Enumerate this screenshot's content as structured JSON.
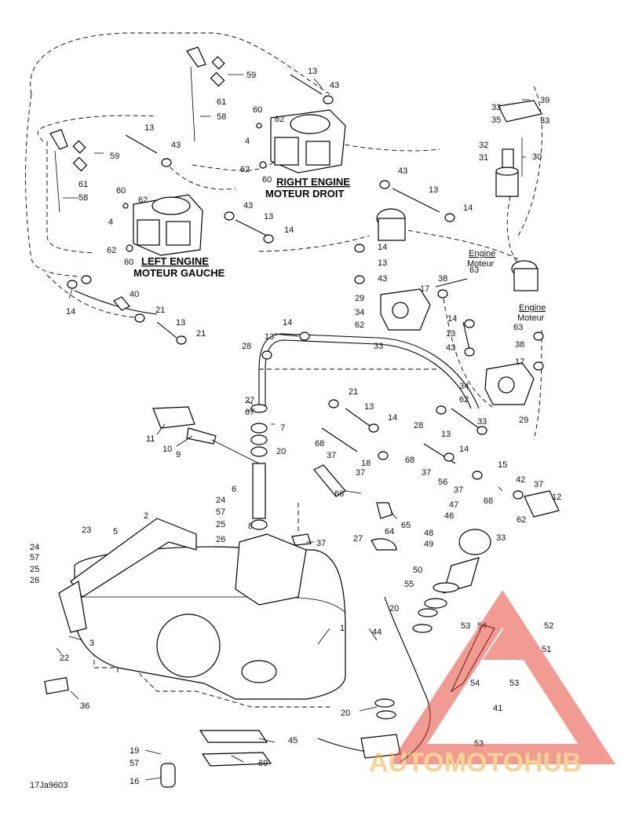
{
  "titles": {
    "right_engine": "RIGHT ENGINE",
    "right_engine_fr": "MOTEUR DROIT",
    "left_engine": "LEFT ENGINE",
    "left_engine_fr": "MOTEUR GAUCHE",
    "engine_a": "Engine",
    "moteur_a": "Moteur",
    "engine_b": "Engine",
    "moteur_b": "Moteur"
  },
  "figure_code": "17Ja9603",
  "watermark": "AUTOMOTOHUB",
  "callouts": [
    {
      "t": "59"
    },
    {
      "t": "13"
    },
    {
      "t": "43"
    },
    {
      "t": "61"
    },
    {
      "t": "58"
    },
    {
      "t": "60"
    },
    {
      "t": "62"
    },
    {
      "t": "4"
    },
    {
      "t": "62"
    },
    {
      "t": "60"
    },
    {
      "t": "33"
    },
    {
      "t": "35"
    },
    {
      "t": "39"
    },
    {
      "t": "33"
    },
    {
      "t": "32"
    },
    {
      "t": "31"
    },
    {
      "t": "30"
    },
    {
      "t": "13"
    },
    {
      "t": "43"
    },
    {
      "t": "59"
    },
    {
      "t": "61"
    },
    {
      "t": "58"
    },
    {
      "t": "60"
    },
    {
      "t": "62"
    },
    {
      "t": "4"
    },
    {
      "t": "62"
    },
    {
      "t": "60"
    },
    {
      "t": "43"
    },
    {
      "t": "13"
    },
    {
      "t": "14"
    },
    {
      "t": "43"
    },
    {
      "t": "13"
    },
    {
      "t": "14"
    },
    {
      "t": "14"
    },
    {
      "t": "13"
    },
    {
      "t": "43"
    },
    {
      "t": "63"
    },
    {
      "t": "38"
    },
    {
      "t": "17"
    },
    {
      "t": "29"
    },
    {
      "t": "34"
    },
    {
      "t": "62"
    },
    {
      "t": "33"
    },
    {
      "t": "14"
    },
    {
      "t": "13"
    },
    {
      "t": "43"
    },
    {
      "t": "63"
    },
    {
      "t": "38"
    },
    {
      "t": "17"
    },
    {
      "t": "34"
    },
    {
      "t": "62"
    },
    {
      "t": "33"
    },
    {
      "t": "29"
    },
    {
      "t": "14"
    },
    {
      "t": "40"
    },
    {
      "t": "21"
    },
    {
      "t": "13"
    },
    {
      "t": "21"
    },
    {
      "t": "14"
    },
    {
      "t": "13"
    },
    {
      "t": "28"
    },
    {
      "t": "27"
    },
    {
      "t": "67"
    },
    {
      "t": "7"
    },
    {
      "t": "20"
    },
    {
      "t": "21"
    },
    {
      "t": "13"
    },
    {
      "t": "14"
    },
    {
      "t": "68"
    },
    {
      "t": "37"
    },
    {
      "t": "18"
    },
    {
      "t": "37"
    },
    {
      "t": "28"
    },
    {
      "t": "13"
    },
    {
      "t": "14"
    },
    {
      "t": "68"
    },
    {
      "t": "37"
    },
    {
      "t": "56"
    },
    {
      "t": "37"
    },
    {
      "t": "15"
    },
    {
      "t": "42"
    },
    {
      "t": "37"
    },
    {
      "t": "12"
    },
    {
      "t": "68"
    },
    {
      "t": "62"
    },
    {
      "t": "33"
    },
    {
      "t": "11"
    },
    {
      "t": "10"
    },
    {
      "t": "9"
    },
    {
      "t": "6"
    },
    {
      "t": "24"
    },
    {
      "t": "57"
    },
    {
      "t": "25"
    },
    {
      "t": "26"
    },
    {
      "t": "8"
    },
    {
      "t": "66"
    },
    {
      "t": "65"
    },
    {
      "t": "64"
    },
    {
      "t": "47"
    },
    {
      "t": "46"
    },
    {
      "t": "48"
    },
    {
      "t": "2"
    },
    {
      "t": "5"
    },
    {
      "t": "23"
    },
    {
      "t": "24"
    },
    {
      "t": "57"
    },
    {
      "t": "25"
    },
    {
      "t": "26"
    },
    {
      "t": "27"
    },
    {
      "t": "37"
    },
    {
      "t": "49"
    },
    {
      "t": "50"
    },
    {
      "t": "55"
    },
    {
      "t": "20"
    },
    {
      "t": "44"
    },
    {
      "t": "53"
    },
    {
      "t": "54"
    },
    {
      "t": "52"
    },
    {
      "t": "51"
    },
    {
      "t": "54"
    },
    {
      "t": "53"
    },
    {
      "t": "41"
    },
    {
      "t": "53"
    },
    {
      "t": "3"
    },
    {
      "t": "22"
    },
    {
      "t": "1"
    },
    {
      "t": "36"
    },
    {
      "t": "20"
    },
    {
      "t": "45"
    },
    {
      "t": "19"
    },
    {
      "t": "57"
    },
    {
      "t": "16"
    },
    {
      "t": "69"
    }
  ]
}
